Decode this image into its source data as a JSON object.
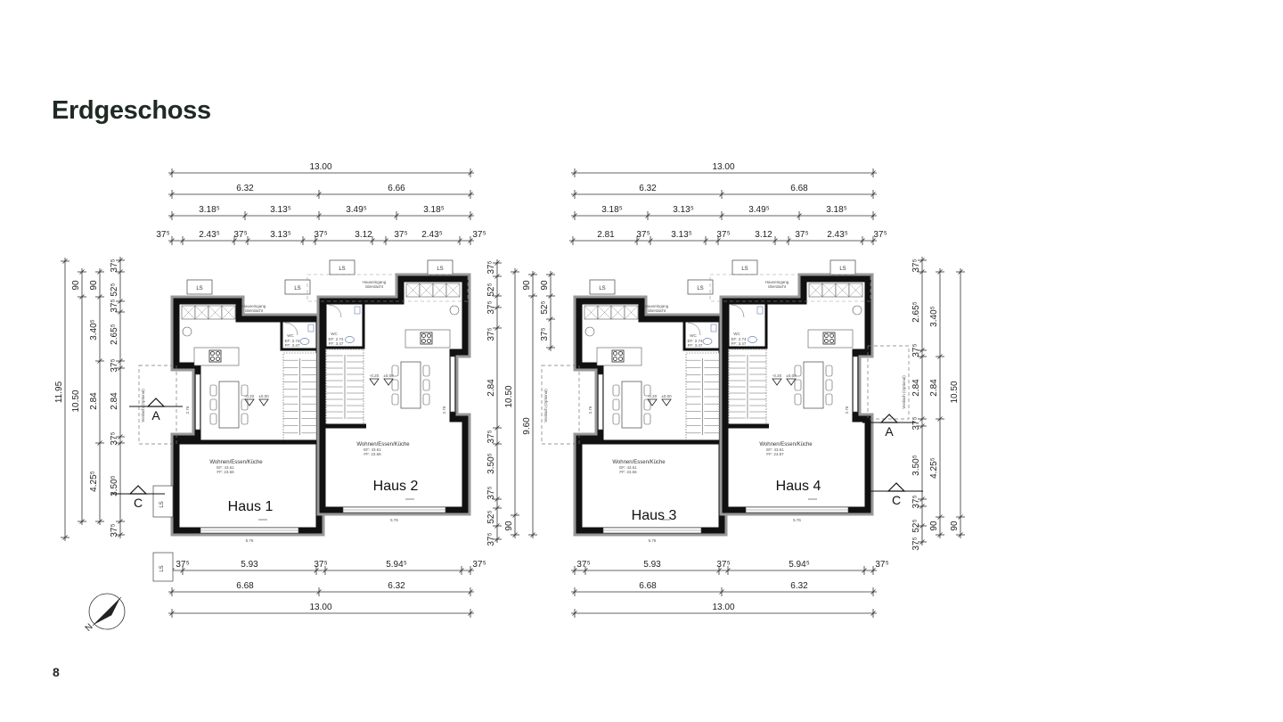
{
  "page": {
    "title": "Erdgeschoss",
    "page_number": "8"
  },
  "labels": {
    "light_shaft": "LS",
    "entrance": "Hauseingang",
    "entrance_sub": "überdacht",
    "canopy": "Vordach (Optional)",
    "section_a": "A",
    "section_c": "C",
    "level_zero": "±0.00",
    "level_minus": "-0.20",
    "wc": "WC",
    "wc_ef": "EF: 2.74",
    "wc_ff": "FF: 3.47",
    "window_dim": "2.76",
    "door_dim": "5.76",
    "side_dim": "65",
    "compass": "N"
  },
  "plans": [
    {
      "top_dims": [
        [
          "13.00"
        ],
        [
          "6.32",
          "6.66"
        ],
        [
          "3.18⁵",
          "3.13⁵",
          "3.49⁵",
          "3.18⁵"
        ],
        [
          "37⁵",
          "2.43⁵",
          "37⁵",
          "3.13⁵",
          "37⁵",
          "3.12",
          "37⁵",
          "2.43⁵",
          "37⁵"
        ]
      ],
      "bottom_dims": [
        [
          "37⁵",
          "5.93",
          "37⁵",
          "5.94⁵",
          "37⁵"
        ],
        [
          "6.68",
          "6.32"
        ],
        [
          "13.00"
        ]
      ],
      "houses": [
        {
          "label": "Haus 1",
          "room": "Wohnen/Essen/Küche",
          "ef": "EF: 43.61",
          "ff": "FF: 23.66"
        },
        {
          "label": "Haus 2",
          "room": "Wohnen/Essen/Küche",
          "ef": "EF: 43.61",
          "ff": "FF: 23.66"
        }
      ]
    },
    {
      "top_dims": [
        [
          "13.00"
        ],
        [
          "6.32",
          "6.68"
        ],
        [
          "3.18⁵",
          "3.13⁵",
          "3.49⁵",
          "3.18⁵"
        ],
        [
          "2.81",
          "37⁵",
          "3.13⁵",
          "37⁵",
          "3.12",
          "37⁵",
          "2.43⁵",
          "37⁵"
        ]
      ],
      "bottom_dims": [
        [
          "37⁵",
          "5.93",
          "37⁵",
          "5.94⁵",
          "37⁵"
        ],
        [
          "6.68",
          "6.32"
        ],
        [
          "13.00"
        ]
      ],
      "houses": [
        {
          "label": "Haus 3",
          "room": "Wohnen/Essen/Küche",
          "ef": "EF: 43.61",
          "ff": "FF: 23.66"
        },
        {
          "label": "Haus 4",
          "room": "Wohnen/Essen/Küche",
          "ef": "EF: 43.61",
          "ff": "FF: 24.87"
        }
      ]
    }
  ],
  "vertical_dims": {
    "left": [
      [
        "11.95"
      ],
      [
        "90",
        "10.50"
      ],
      [
        "90",
        "3.40⁵",
        "2.84",
        "4.25⁵"
      ],
      [
        "37⁵",
        "52⁵",
        "37⁵",
        "2.65⁵",
        "37⁵",
        "2.84",
        "37⁵",
        "3.50⁵",
        "37⁵"
      ]
    ],
    "middle": [
      [
        "37⁵",
        "52⁵",
        "37⁵",
        "37⁵",
        "2.84",
        "37⁵",
        "3.50⁵",
        "37⁵",
        "52⁵",
        "37⁵"
      ],
      [
        "10.50",
        "90"
      ],
      [
        "90",
        "9.60"
      ],
      [
        "90",
        "52⁵",
        "37⁵"
      ]
    ],
    "right": [
      [
        "37⁵",
        "2.65⁵",
        "37⁵",
        "2.84",
        "37⁵",
        "3.50⁵",
        "37⁵",
        "52⁵",
        "37⁵"
      ],
      [
        "3.40⁵",
        "2.84",
        "4.25⁵",
        "90"
      ],
      [
        "10.50",
        "90"
      ]
    ]
  }
}
